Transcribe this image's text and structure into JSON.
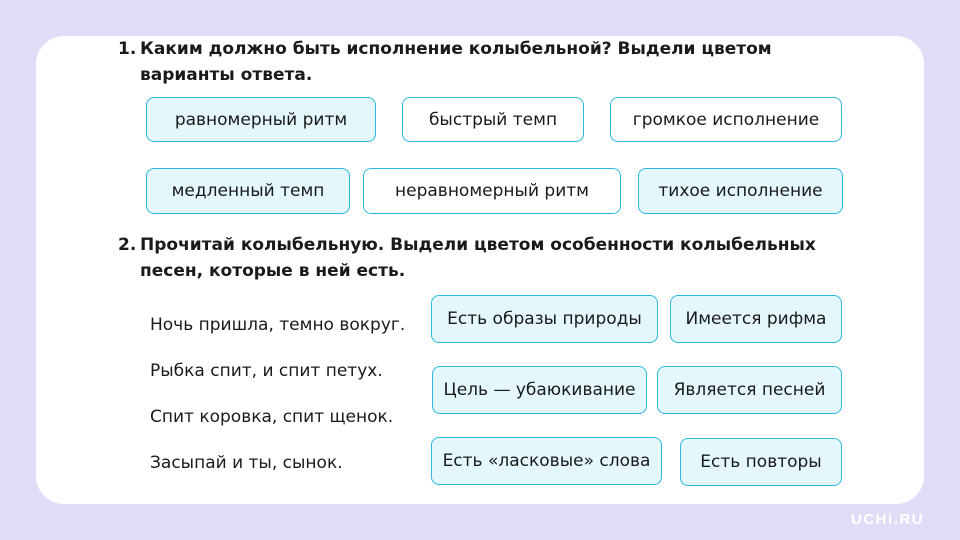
{
  "q1": {
    "number": "1.",
    "line1": "Каким должно быть исполнение колыбельной? Выдели цветом",
    "line2": "варианты ответа.",
    "options": [
      "равномерный ритм",
      "быстрый темп",
      "громкое исполнение",
      "медленный темп",
      "неравномерный ритм",
      "тихое исполнение"
    ]
  },
  "q2": {
    "number": "2.",
    "line1": "Прочитай колыбельную. Выдели цветом особенности колыбельных",
    "line2": "песен, которые в ней есть.",
    "poem": [
      "Ночь пришла, темно вокруг.",
      "Рыбка спит, и спит петух.",
      "Спит коровка, спит щенок.",
      "Засыпай и ты, сынок."
    ],
    "options": [
      "Есть образы природы",
      "Имеется рифма",
      "Цель — убаюкивание",
      "Является песней",
      "Есть «ласковые» слова",
      "Есть повторы"
    ]
  },
  "brand": "UCHi.RU",
  "colors": {
    "background": "#e0dcf8",
    "option_border": "#2cb8e0",
    "option_fill": "#e3f7fd"
  }
}
